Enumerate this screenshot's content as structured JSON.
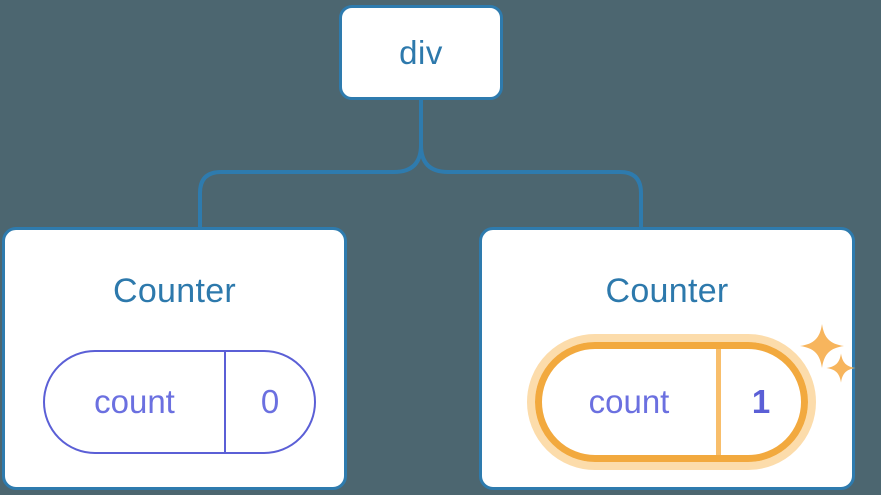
{
  "diagram": {
    "type": "component-tree",
    "title": "React component tree with highlighted state update",
    "background_color": "#4c6670"
  },
  "colors": {
    "background": "#4c6670",
    "card_border": "#2e7bae",
    "card_fill": "#ffffff",
    "node_text": "#2d79ac",
    "state_border": "#5b5fd6",
    "state_text": "#6b70e0",
    "highlight_ring": "#f2a93e",
    "highlight_glow": "#fcdcab",
    "highlight_divider": "#f8be6b",
    "sparkle": "#f7b55d",
    "connector": "#2e7bae"
  },
  "root": {
    "label": "div",
    "name": "root-div-node"
  },
  "children": [
    {
      "title": "Counter",
      "state": {
        "key": "count",
        "value": "0"
      },
      "highlighted": false
    },
    {
      "title": "Counter",
      "state": {
        "key": "count",
        "value": "1"
      },
      "highlighted": true,
      "sparkles": [
        {
          "name": "sparkle-large-icon",
          "size": "large"
        },
        {
          "name": "sparkle-small-icon",
          "size": "small"
        }
      ]
    }
  ]
}
